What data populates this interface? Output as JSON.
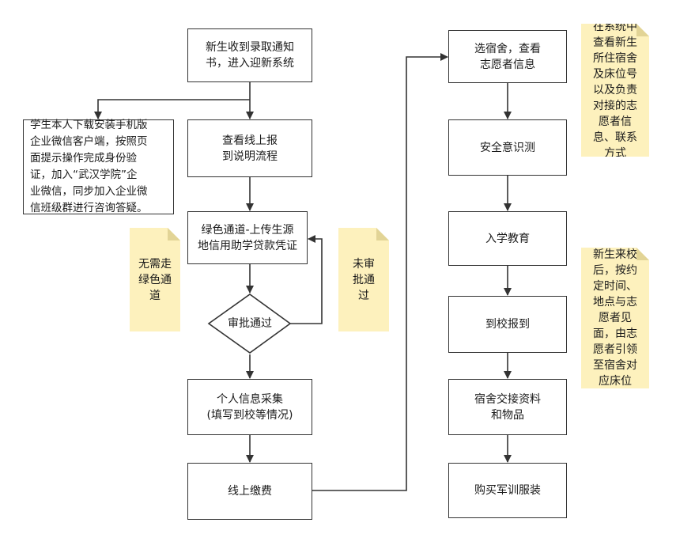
{
  "steps": {
    "receive_notice": "新生收到录取通知\n书，进入迎新系统",
    "mobile_client": "学生本人下载安装手机版\n企业微信客户端，按照页\n面提示操作完成身份验\n证，加入“武汉学院”企\n业微信，同步加入企业微\n信班级群进行咨询答疑。",
    "view_report": "查看线上报\n到说明流程",
    "green_channel": "绿色通道-上传生源\n地信用助学贷款凭证",
    "approval": "审批通过",
    "info_collect": "个人信息采集\n(填写到校等情况)",
    "pay_online": "线上缴费",
    "select_dorm": "选宿舍，查看\n志愿者信息",
    "safety_test": "安全意识测",
    "enroll_edu": "入学教育",
    "report_school": "到校报到",
    "dorm_handover": "宿舍交接资料\n和物品",
    "buy_uniform": "购买军训服装"
  },
  "notes": {
    "no_green": "无需走\n绿色通\n道",
    "not_approved": "未审\n批通\n过",
    "dorm_info": "在系统中\n查看新生\n所住宿舍\n及床位号\n以及负责\n对接的志\n愿者信\n息、联系\n方式",
    "arrival": "新生来校\n后，按约\n定时间、\n地点与志\n愿者见\n面，由志\n愿者引领\n至宿舍对\n应床位"
  },
  "colors": {
    "note_fill": "#fdf1bd",
    "note_fold": "#e2d496",
    "line": "#333333"
  }
}
